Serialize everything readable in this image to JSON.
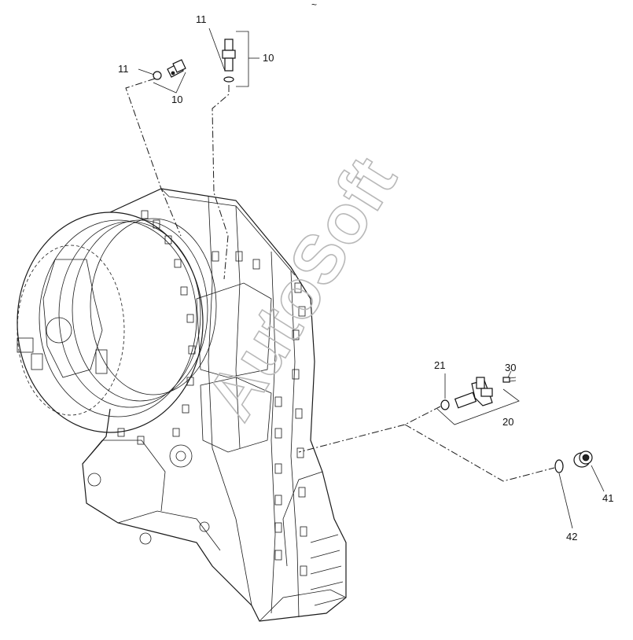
{
  "watermark": "AutoSoft",
  "top_mark": "~",
  "callouts": [
    {
      "id": "c11_top",
      "text": "11"
    },
    {
      "id": "c10_top",
      "text": "10"
    },
    {
      "id": "c11_left",
      "text": "11"
    },
    {
      "id": "c10_left",
      "text": "10"
    },
    {
      "id": "c21",
      "text": "21"
    },
    {
      "id": "c30",
      "text": "30"
    },
    {
      "id": "c20",
      "text": "20"
    },
    {
      "id": "c41",
      "text": "41"
    },
    {
      "id": "c42",
      "text": "42"
    }
  ]
}
